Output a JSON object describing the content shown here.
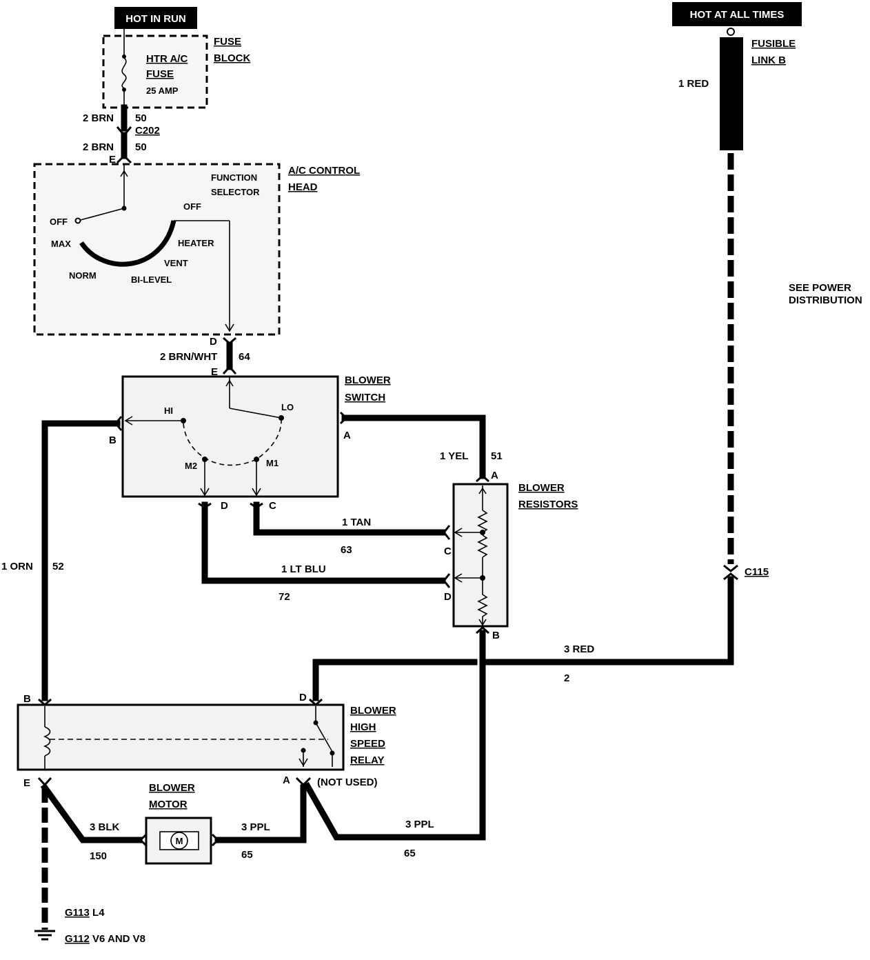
{
  "power": {
    "hot_in_run": "HOT IN RUN",
    "hot_at_all_times": "HOT AT ALL TIMES",
    "see_power_1": "SEE POWER",
    "see_power_2": "DISTRIBUTION"
  },
  "fuse_block": {
    "title_1": "FUSE",
    "title_2": "BLOCK",
    "fuse_name_1": "HTR A/C",
    "fuse_name_2": "FUSE",
    "fuse_rating": "25 AMP"
  },
  "fusible_link": {
    "title_1": "FUSIBLE",
    "title_2": "LINK B",
    "wire": "1 RED"
  },
  "connectors": {
    "c202": "C202",
    "c115": "C115"
  },
  "control_head": {
    "title_1": "A/C CONTROL",
    "title_2": "HEAD",
    "selector_1": "FUNCTION",
    "selector_2": "SELECTOR",
    "pos_off_right": "OFF",
    "pos_off_left": "OFF",
    "pos_max": "MAX",
    "pos_norm": "NORM",
    "pos_bilevel": "BI-LEVEL",
    "pos_vent": "VENT",
    "pos_heater": "HEATER",
    "pin_e": "E",
    "pin_d": "D"
  },
  "blower_switch": {
    "title_1": "BLOWER",
    "title_2": "SWITCH",
    "pos_hi": "HI",
    "pos_lo": "LO",
    "pos_m1": "M1",
    "pos_m2": "M2",
    "pin_e": "E",
    "pin_b": "B",
    "pin_a": "A",
    "pin_d": "D",
    "pin_c": "C"
  },
  "blower_resistors": {
    "title_1": "BLOWER",
    "title_2": "RESISTORS",
    "pin_a": "A",
    "pin_c": "C",
    "pin_d": "D",
    "pin_b": "B"
  },
  "relay": {
    "title_1": "BLOWER",
    "title_2": "HIGH",
    "title_3": "SPEED",
    "title_4": "RELAY",
    "pin_b": "B",
    "pin_d": "D",
    "pin_e": "E",
    "pin_a": "A",
    "not_used": "(NOT USED)"
  },
  "motor": {
    "title_1": "BLOWER",
    "title_2": "MOTOR",
    "symbol": "M"
  },
  "wires": {
    "brn_1": "2 BRN",
    "brn_1_circ": "50",
    "brn_2": "2 BRN",
    "brn_2_circ": "50",
    "brn_wht": "2 BRN/WHT",
    "brn_wht_circ": "64",
    "yel": "1 YEL",
    "yel_circ": "51",
    "orn": "1 ORN",
    "orn_circ": "52",
    "tan": "1 TAN",
    "tan_circ": "63",
    "lt_blu": "1 LT BLU",
    "lt_blu_circ": "72",
    "red3": "3 RED",
    "red3_circ": "2",
    "blk": "3 BLK",
    "blk_circ": "150",
    "ppl_1": "3 PPL",
    "ppl_1_circ": "65",
    "ppl_2": "3 PPL",
    "ppl_2_circ": "65"
  },
  "grounds": {
    "g113": "G113",
    "g113_suffix": "L4",
    "g112": "G112",
    "g112_suffix": "V6 AND V8"
  }
}
